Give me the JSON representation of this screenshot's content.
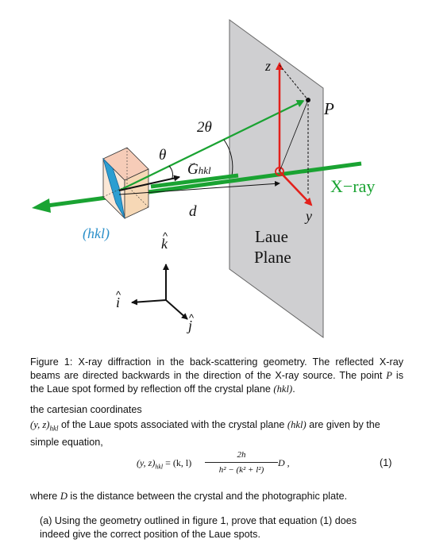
{
  "figure": {
    "label_2theta": "2θ",
    "label_theta": "θ",
    "label_G": "G",
    "label_G_sub": "hkl",
    "label_d": "d",
    "label_hkl": "(hkl)",
    "label_k": "k",
    "label_i": "i",
    "label_j": "j",
    "label_z": "z",
    "label_y": "y",
    "label_P": "P",
    "label_xray": "X−ray",
    "label_laue": "Laue",
    "label_plane": "Plane",
    "colors": {
      "beam": "#1aa332",
      "arrow_red": "#e3201b",
      "plate": "#cfcfd1",
      "hkl_text": "#2a8fc9"
    }
  },
  "caption": {
    "label": "Figure 1:",
    "text1": "X-ray diffraction in the back-scattering geometry. The reflected X-ray beams are directed backwards in the direction of the X-ray source. The point ",
    "sym_P": "P",
    "text2": " is the Laue spot formed by reflection off the crystal plane ",
    "sym_hkl": "(hkl)",
    "text3": "."
  },
  "body": {
    "line1": "the cartesian coordinates",
    "sym_yz": "(y, z)",
    "sym_yz_sub": "hkl",
    "line2a": " of the Laue spots associated with the crystal plane ",
    "sym_hkl": "(hkl)",
    "line2b": " are given by the simple equation,"
  },
  "equation": {
    "lhs": "(y, z)",
    "lhs_sub": "hkl",
    "eq": " = (k, l)",
    "numerator": "2h",
    "denominator": "h² − (k² + l²)",
    "rhs": "D",
    "rhs_tail": " ,",
    "number": "(1)"
  },
  "after": {
    "text1": "where ",
    "sym_D": "D",
    "text2": " is the distance between the crystal and the photographic plate."
  },
  "question": {
    "text": "(a) Using the geometry outlined in figure 1, prove that equation (1) does indeed give the correct position of the Laue spots."
  }
}
